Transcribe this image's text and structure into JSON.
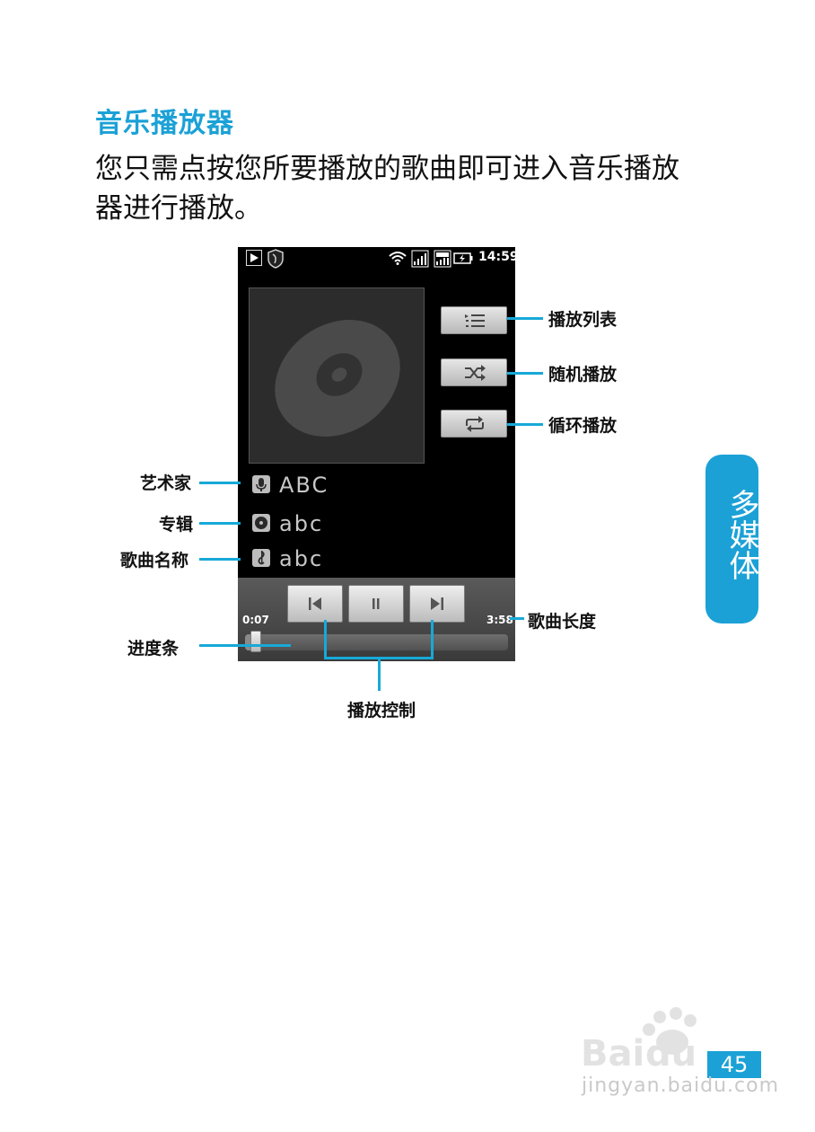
{
  "heading": "音乐播放器",
  "intro_text": "您只需点按您所要播放的歌曲即可进入音乐播放器进行播放。",
  "status_bar": {
    "time": "14:59"
  },
  "track": {
    "artist": "ABC",
    "album": "abc",
    "title": "abc"
  },
  "player": {
    "elapsed": "0:07",
    "duration": "3:58",
    "progress_fraction": 0.04
  },
  "callouts": {
    "playlist": "播放列表",
    "shuffle": "随机播放",
    "repeat": "循环播放",
    "artist": "艺术家",
    "album": "专辑",
    "song_name": "歌曲名称",
    "song_length": "歌曲长度",
    "progress_bar": "进度条",
    "playback_controls": "播放控制"
  },
  "side_tab": "多媒体",
  "page_number": "45",
  "watermark": {
    "logo": "Baidu经验",
    "url": "jingyan.baidu.com"
  },
  "colors": {
    "accent": "#1ba1d6",
    "callout_line": "#17a9d8"
  }
}
